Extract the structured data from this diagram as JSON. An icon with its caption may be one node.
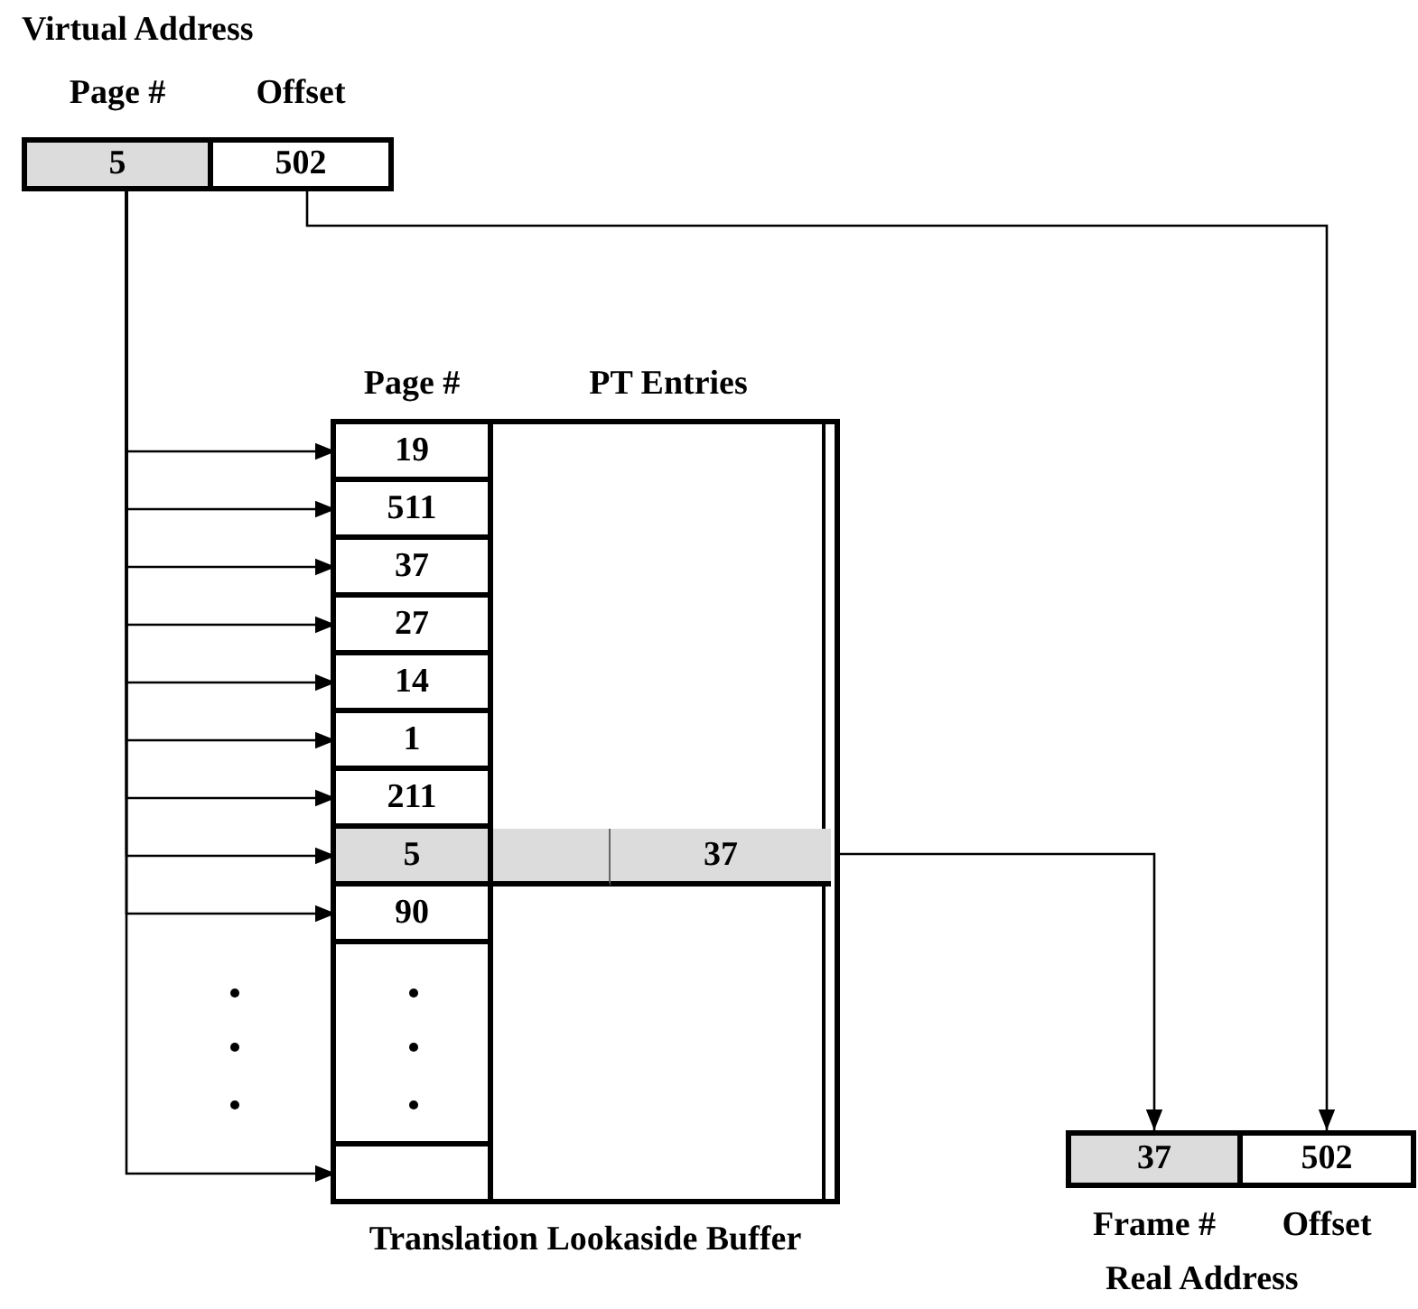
{
  "diagram": {
    "nodes": [
      {
        "text": [
          "Virtual Address"
        ]
      },
      {
        "text": [
          "Page #",
          "5"
        ],
        "in": 0
      },
      {
        "text": [
          "Offset",
          "502"
        ],
        "in": 0
      },
      {
        "text": [
          "Translation Lookaside Buffer"
        ]
      },
      {
        "text": [
          "19"
        ],
        "in": 3
      },
      {
        "text": [
          "511"
        ],
        "in": 3
      },
      {
        "text": [
          "37"
        ],
        "in": 3
      },
      {
        "text": [
          "27"
        ],
        "in": 3
      },
      {
        "text": [
          "14"
        ],
        "in": 3
      },
      {
        "text": [
          "1"
        ],
        "in": 3
      },
      {
        "text": [
          "211"
        ],
        "in": 3
      },
      {
        "text": [
          "5"
        ],
        "in": 3
      },
      {
        "text": [
          "37"
        ],
        "in": 3
      },
      {
        "text": [
          "90"
        ],
        "in": 3
      },
      {
        "text": [],
        "shape": "box",
        "in": 3
      },
      {
        "text": [
          "Real Address"
        ]
      },
      {
        "text": [
          "37",
          "Frame #"
        ],
        "in": 15
      },
      {
        "text": [
          "502",
          "Offset"
        ],
        "in": 15
      }
    ],
    "edges": [
      {
        "from": 1,
        "to": 4,
        "arrow": "to"
      },
      {
        "from": 1,
        "to": 5,
        "arrow": "to"
      },
      {
        "from": 1,
        "to": 6,
        "arrow": "to"
      },
      {
        "from": 1,
        "to": 7,
        "arrow": "to"
      },
      {
        "from": 1,
        "to": 8,
        "arrow": "to"
      },
      {
        "from": 1,
        "to": 9,
        "arrow": "to"
      },
      {
        "from": 1,
        "to": 10,
        "arrow": "to"
      },
      {
        "from": 1,
        "to": 11,
        "arrow": "to"
      },
      {
        "from": 1,
        "to": 13,
        "arrow": "to"
      },
      {
        "from": 1,
        "to": 14,
        "arrow": "to"
      },
      {
        "from": 2,
        "to": 17,
        "arrow": "to"
      },
      {
        "from": 12,
        "to": 16,
        "arrow": "to"
      }
    ],
    "labels": [
      "Page #",
      "PT Entries"
    ]
  }
}
